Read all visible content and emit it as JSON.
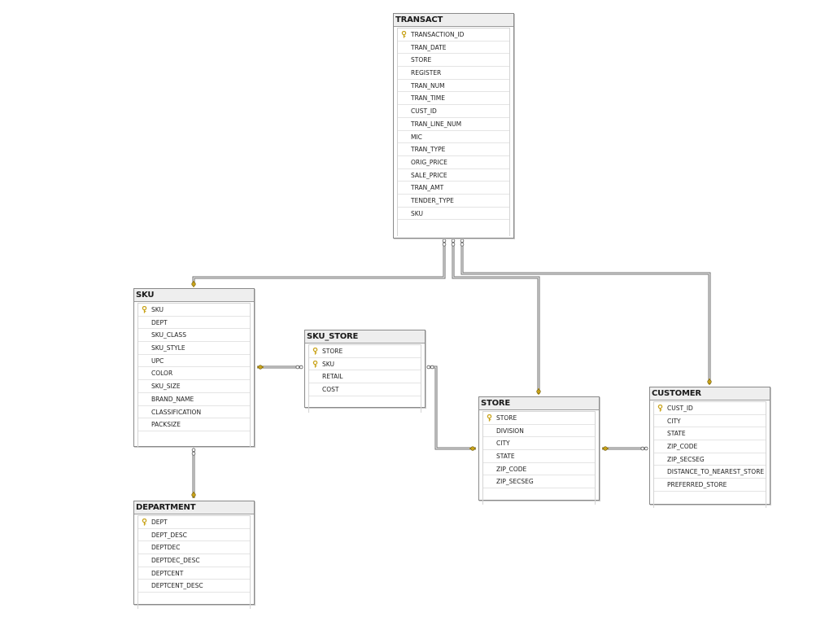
{
  "colors": {
    "key_gold": "#c9a31a",
    "line": "#6d6d6d"
  },
  "tables": [
    {
      "id": "transact",
      "name": "TRANSACT",
      "fields": [
        {
          "name": "TRANSACTION_ID",
          "key": true
        },
        {
          "name": "TRAN_DATE"
        },
        {
          "name": "STORE"
        },
        {
          "name": "REGISTER"
        },
        {
          "name": "TRAN_NUM"
        },
        {
          "name": "TRAN_TIME"
        },
        {
          "name": "CUST_ID"
        },
        {
          "name": "TRAN_LINE_NUM"
        },
        {
          "name": "MIC"
        },
        {
          "name": "TRAN_TYPE"
        },
        {
          "name": "ORIG_PRICE"
        },
        {
          "name": "SALE_PRICE"
        },
        {
          "name": "TRAN_AMT"
        },
        {
          "name": "TENDER_TYPE"
        },
        {
          "name": "SKU"
        }
      ]
    },
    {
      "id": "sku",
      "name": "SKU",
      "fields": [
        {
          "name": "SKU",
          "key": true
        },
        {
          "name": "DEPT"
        },
        {
          "name": "SKU_CLASS"
        },
        {
          "name": "SKU_STYLE"
        },
        {
          "name": "UPC"
        },
        {
          "name": "COLOR"
        },
        {
          "name": "SKU_SIZE"
        },
        {
          "name": "BRAND_NAME"
        },
        {
          "name": "CLASSIFICATION"
        },
        {
          "name": "PACKSIZE"
        }
      ]
    },
    {
      "id": "sku-store",
      "name": "SKU_STORE",
      "fields": [
        {
          "name": "STORE",
          "key": true
        },
        {
          "name": "SKU",
          "key": true
        },
        {
          "name": "RETAIL"
        },
        {
          "name": "COST"
        }
      ]
    },
    {
      "id": "store",
      "name": "STORE",
      "fields": [
        {
          "name": "STORE",
          "key": true
        },
        {
          "name": "DIVISION"
        },
        {
          "name": "CITY"
        },
        {
          "name": "STATE"
        },
        {
          "name": "ZIP_CODE"
        },
        {
          "name": "ZIP_SECSEG"
        }
      ]
    },
    {
      "id": "customer",
      "name": "CUSTOMER",
      "fields": [
        {
          "name": "CUST_ID",
          "key": true
        },
        {
          "name": "CITY"
        },
        {
          "name": "STATE"
        },
        {
          "name": "ZIP_CODE"
        },
        {
          "name": "ZIP_SECSEG"
        },
        {
          "name": "DISTANCE_TO_NEAREST_STORE"
        },
        {
          "name": "PREFERRED_STORE"
        }
      ]
    },
    {
      "id": "department",
      "name": "DEPARTMENT",
      "fields": [
        {
          "name": "DEPT",
          "key": true
        },
        {
          "name": "DEPT_DESC"
        },
        {
          "name": "DEPTDEC"
        },
        {
          "name": "DEPTDEC_DESC"
        },
        {
          "name": "DEPTCENT"
        },
        {
          "name": "DEPTCENT_DESC"
        }
      ]
    }
  ]
}
